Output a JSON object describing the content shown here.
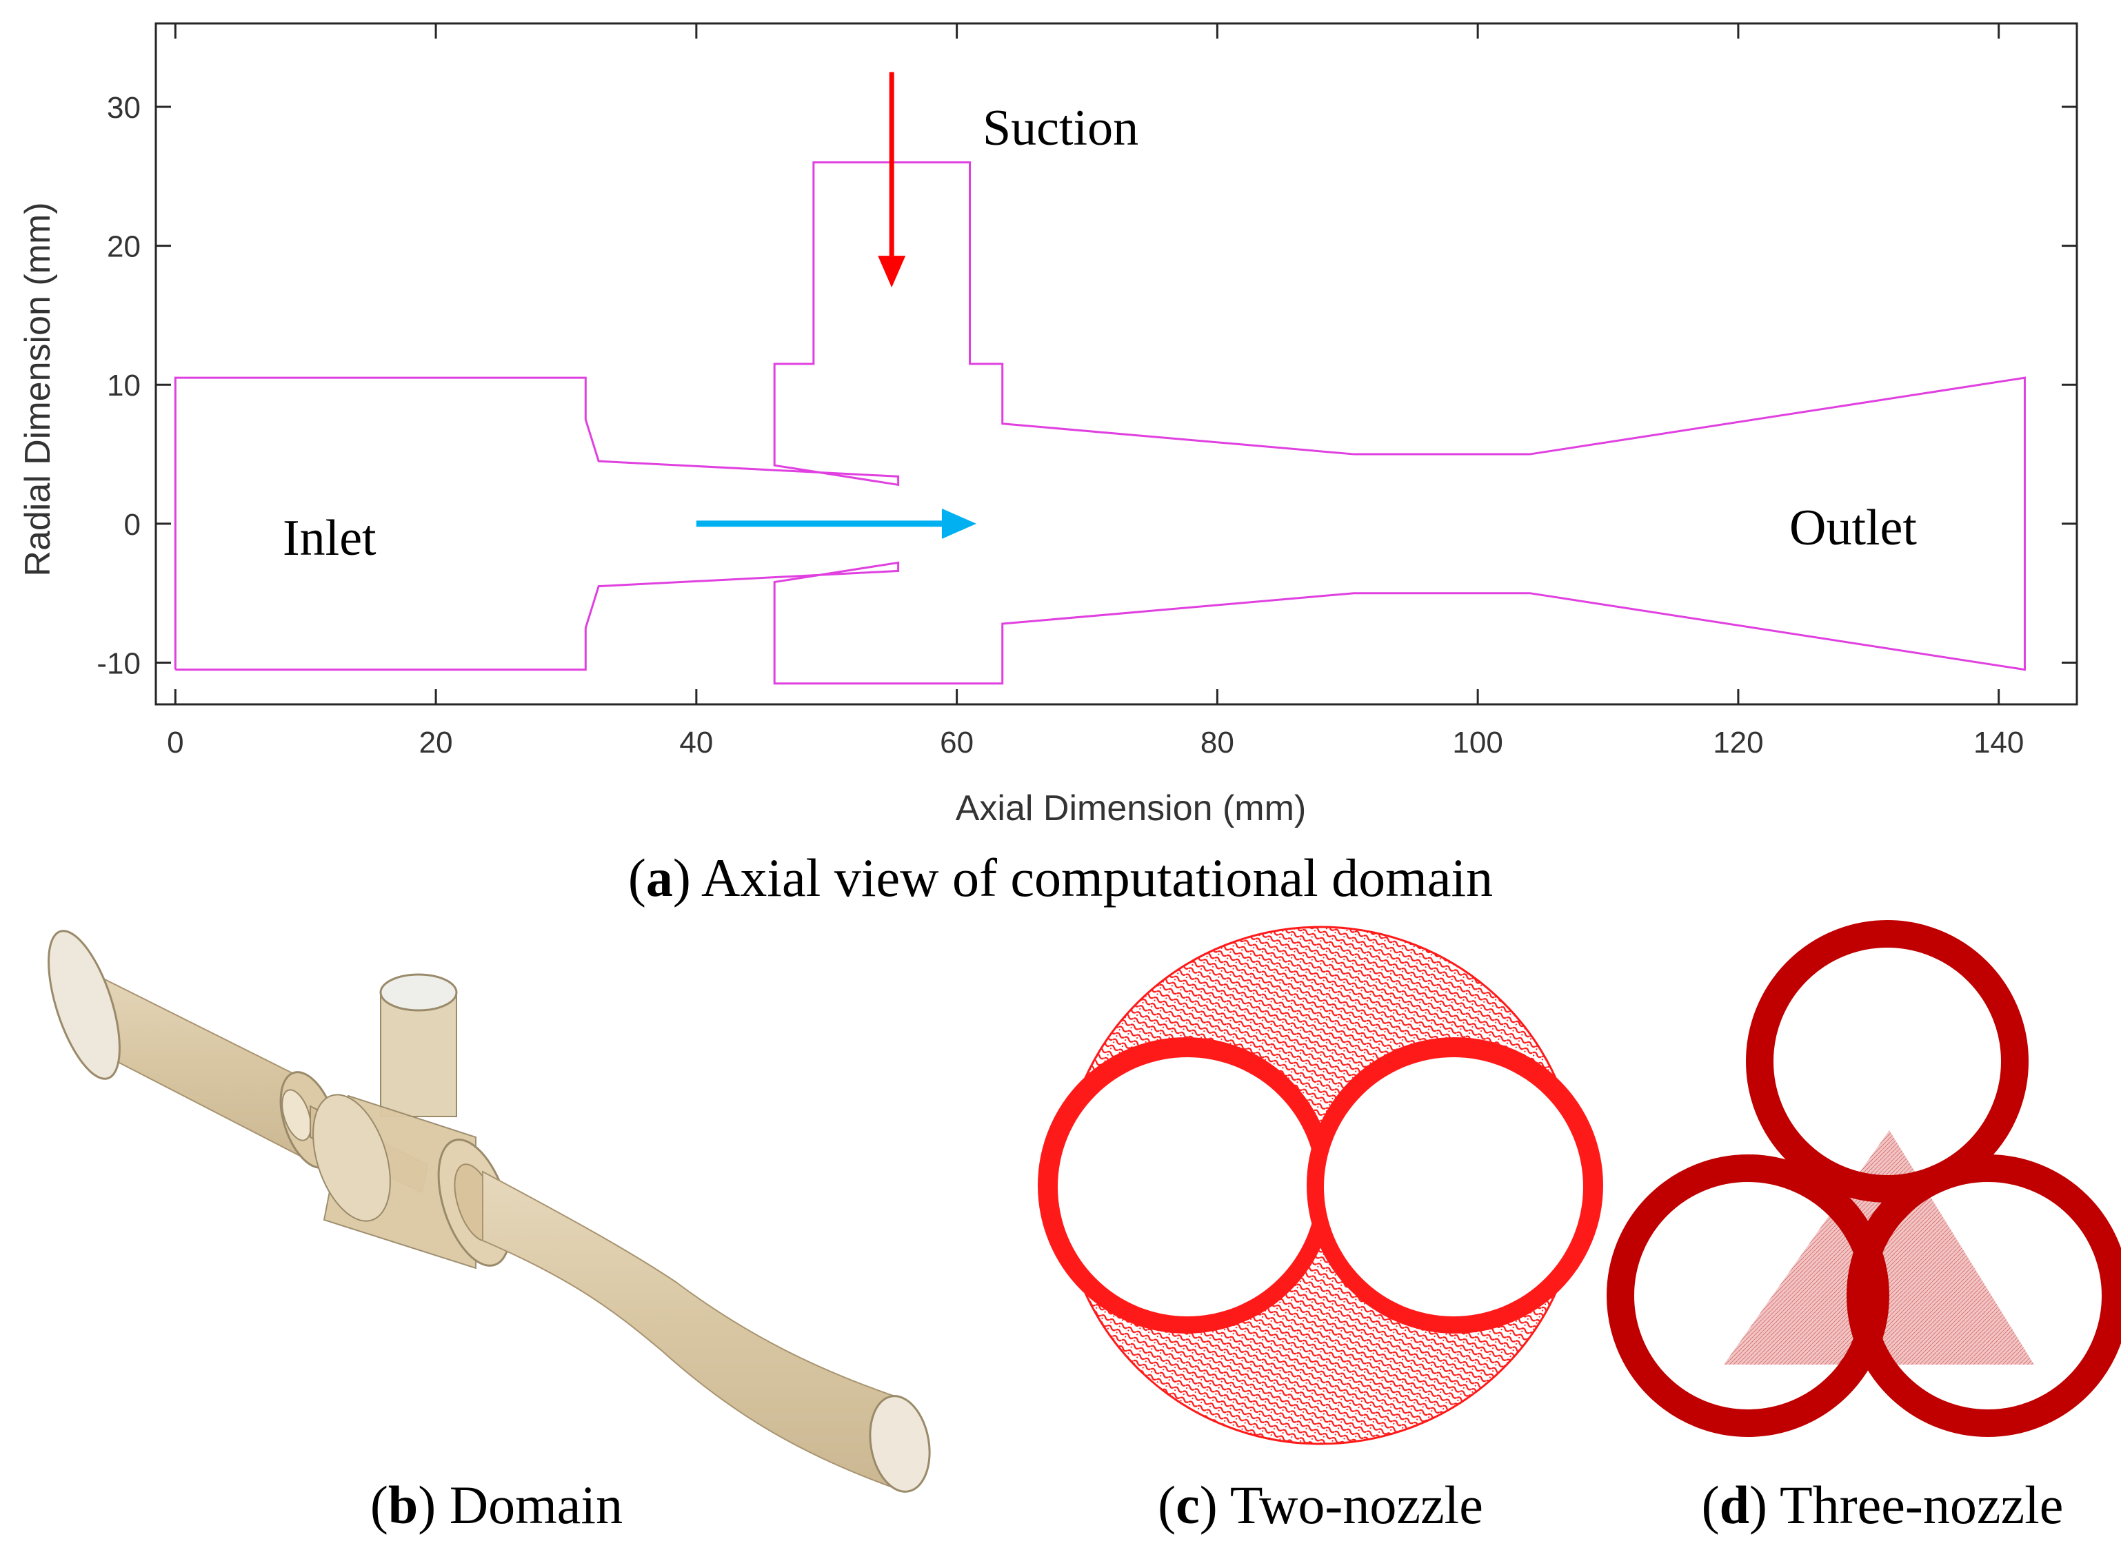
{
  "panel_a": {
    "caption": {
      "letter": "a",
      "text": ") Axial view of computational domain"
    },
    "axes": {
      "xlabel": "Axial Dimension (mm)",
      "ylabel": "Radial Dimension (mm)",
      "xlim": [
        -1.5,
        146
      ],
      "ylim": [
        -13,
        36
      ],
      "xticks": [
        0,
        20,
        40,
        60,
        80,
        100,
        120,
        140
      ],
      "xtick_labels": [
        "0",
        "20",
        "40",
        "60",
        "80",
        "100",
        "120",
        "140"
      ],
      "yticks": [
        -10,
        0,
        10,
        20,
        30
      ],
      "ytick_labels": [
        "-10",
        "0",
        "10",
        "20",
        "30"
      ],
      "outline_color": "#e040e0"
    },
    "labels": {
      "suction": "Suction",
      "inlet": "Inlet",
      "outlet": "Outlet"
    },
    "arrows": {
      "suction": {
        "color": "#ff0000",
        "from": [
          55.0,
          32.5
        ],
        "to": [
          55.0,
          17.0
        ]
      },
      "inlet_flow": {
        "color": "#00b0f0",
        "from": [
          40.0,
          0.0
        ],
        "to": [
          61.5,
          0.0
        ]
      }
    },
    "geometry": {
      "outer_path": [
        [
          0.0,
          10.5
        ],
        [
          31.5,
          10.5
        ],
        [
          31.5,
          7.5
        ],
        [
          32.5,
          4.5
        ],
        [
          55.5,
          3.0
        ],
        [
          55.5,
          2.8
        ],
        [
          32.5,
          4.5
        ]
      ],
      "polylines": [
        [
          [
            0.0,
            -10.5
          ],
          [
            0.0,
            10.5
          ],
          [
            31.5,
            10.5
          ],
          [
            31.5,
            7.5
          ],
          [
            32.5,
            4.5
          ],
          [
            55.5,
            3.4
          ],
          [
            55.5,
            2.8
          ],
          [
            46.0,
            4.2
          ],
          [
            46.0,
            11.5
          ],
          [
            49.0,
            11.5
          ],
          [
            49.0,
            26.0
          ],
          [
            61.0,
            26.0
          ],
          [
            61.0,
            11.5
          ],
          [
            63.5,
            11.5
          ],
          [
            63.5,
            7.2
          ],
          [
            90.5,
            5.0
          ],
          [
            104.0,
            5.0
          ],
          [
            142.0,
            10.5
          ],
          [
            142.0,
            -10.5
          ],
          [
            104.0,
            -5.0
          ],
          [
            90.5,
            -5.0
          ],
          [
            63.5,
            -7.2
          ],
          [
            63.5,
            -11.5
          ],
          [
            46.0,
            -11.5
          ],
          [
            46.0,
            -4.2
          ],
          [
            55.5,
            -2.8
          ],
          [
            55.5,
            -3.4
          ],
          [
            32.5,
            -4.5
          ],
          [
            31.5,
            -7.5
          ],
          [
            31.5,
            -10.5
          ],
          [
            0.0,
            -10.5
          ]
        ]
      ]
    }
  },
  "panel_b": {
    "caption": {
      "letter": "b",
      "text": ") Domain"
    },
    "colors": {
      "body": "#d9c9a8",
      "edge": "#9a8a6a",
      "inner": "#eee8dc"
    }
  },
  "panel_c": {
    "caption": {
      "letter": "c",
      "text": ") Two-nozzle"
    },
    "colors": {
      "mesh": "#ff1a1a"
    }
  },
  "panel_d": {
    "caption": {
      "letter": "d",
      "text": ") Three-nozzle"
    },
    "colors": {
      "ring": "#c00000",
      "web": "#e8a0a0"
    }
  }
}
